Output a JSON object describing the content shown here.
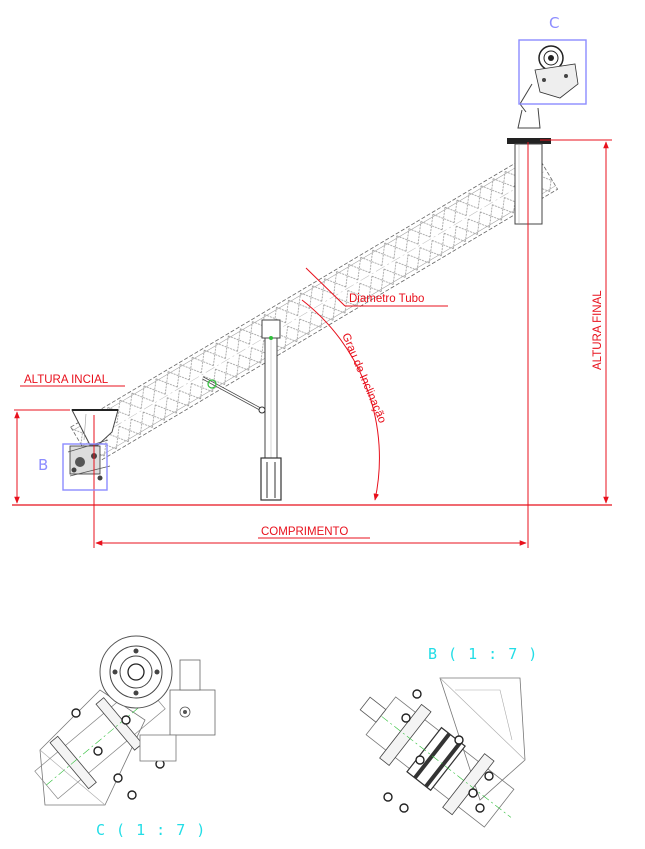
{
  "labels": {
    "altura_inicial": "ALTURA INCIAL",
    "altura_final": "ALTURA FINAL",
    "diametro_tubo": "Diametro Tubo",
    "grau_inclinacao": "Grau de Inclinação",
    "comprimento": "COMPRIMENTO",
    "marker_b": "B",
    "marker_c": "C",
    "detail_b": "B ( 1 : 7 )",
    "detail_c": "C ( 1 : 7 )"
  },
  "colors": {
    "dimension": "#e8101c",
    "detail_marker": "#8c8cff",
    "detail_title": "#22dde6",
    "centerline": "#2fbf3a",
    "drawing_lines": "#555555"
  }
}
